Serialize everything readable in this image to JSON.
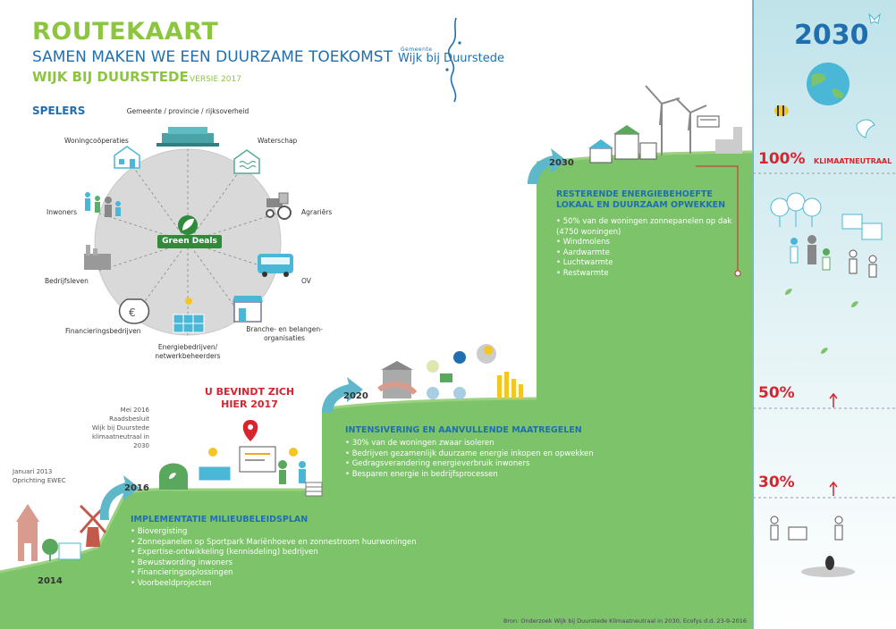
{
  "header": {
    "title": "ROUTEKAART",
    "subtitle": "SAMEN MAKEN WE EEN DUURZAME TOEKOMST",
    "town": "WIJK BIJ DUURSTEDE",
    "version": "VERSIE 2017"
  },
  "logo": {
    "text": "Wijk bij Duurstede",
    "small_text": "Gemeente"
  },
  "players": {
    "heading": "SPELERS",
    "center_badge": "Green Deals",
    "items": [
      "Gemeente / provincie / rijksoverheid",
      "Waterschap",
      "Agrariërs",
      "OV",
      "Branche- en belangen-\norganisaties",
      "Energiebedrijven/\nnetwerkbeheerders",
      "Financieringsbedrijven",
      "Bedrijfsleven",
      "Inwoners",
      "Woningcoöperaties"
    ]
  },
  "timeline": {
    "start_year": "2014",
    "milestone_2013": "Januari 2013\nOprichting EWEC",
    "milestone_2016_note": "Mei 2016 Raadsbesluit\nWijk bij Duurstede\nklimaatneutraal in 2030",
    "you_are_here": "U BEVINDT ZICH\nHIER 2017",
    "steps": [
      {
        "year": "2016",
        "heading": "IMPLEMENTATIE MILIEUBELEIDSPLAN",
        "items": [
          "Biovergisting",
          "Zonnepanelen op Sportpark Mariënhoeve en zonnestroom huurwoningen",
          "Expertise-ontwikkeling (kennisdeling) bedrijven",
          "Bewustwording inwoners",
          "Financieringsoplossingen",
          "Voorbeeldprojecten"
        ]
      },
      {
        "year": "2020",
        "heading": "INTENSIVERING EN  AANVULLENDE MAATREGELEN",
        "items": [
          "30% van de woningen zwaar isoleren",
          "Bedrijven gezamenlijk duurzame energie inkopen en opwekken",
          "Gedragsverandering energieverbruik inwoners",
          "Besparen energie in bedrijfsprocessen"
        ]
      },
      {
        "year": "2030",
        "heading": "RESTERENDE ENERGIEBEHOEFTE\nLOKAAL EN DUURZAAM OPWEKKEN",
        "items": [
          "50% van de woningen zonnepanelen op dak (4750 woningen)",
          "Windmolens",
          "Aardwarmte",
          "Luchtwarmte",
          "Restwarmte"
        ]
      }
    ]
  },
  "right_panel": {
    "year": "2030",
    "levels": [
      {
        "value": "100%",
        "label": "KLIMAATNEUTRAAL"
      },
      {
        "value": "50%",
        "label": ""
      },
      {
        "value": "30%",
        "label": ""
      }
    ]
  },
  "source": "Bron: Onderzoek Wijk bij Duurstede Klimaatneutraal in 2030, Ecofys d.d. 23-9-2016",
  "colors": {
    "green": "#8cc63f",
    "step_green": "#7cc36a",
    "blue": "#1f6fb0",
    "red": "#d9232e",
    "panel_bg": "#e9f5f7",
    "panel_top": "#c4e4ec"
  }
}
